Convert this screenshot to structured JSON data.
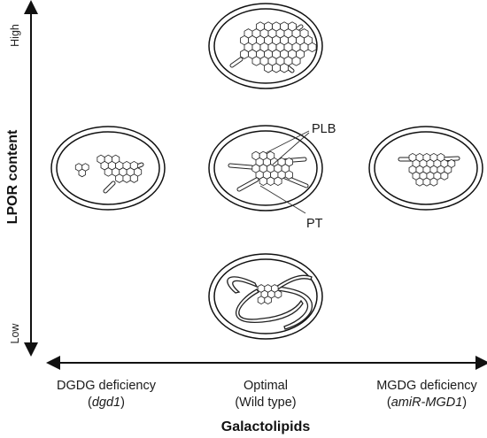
{
  "y_axis": {
    "title": "LPOR content",
    "tick_high": "High",
    "tick_low": "Low"
  },
  "x_axis": {
    "title": "Galactolipids",
    "categories": [
      {
        "line1": "DGDG deficiency",
        "line2": "(dgd1)"
      },
      {
        "line1": "Optimal",
        "line2": "(Wild type)"
      },
      {
        "line1": "MGDG deficiency",
        "line2": "(amiR-MGD1)"
      }
    ]
  },
  "callouts": {
    "plb": "PLB",
    "pt": "PT"
  },
  "plastids": [
    {
      "id": "high",
      "lpor": "High",
      "galactolipids": "Optimal",
      "structure": "large prolamellar body"
    },
    {
      "id": "dgd1",
      "lpor": "Medium",
      "galactolipids": "DGDG deficiency",
      "structure": "small fragmented prolamellar body"
    },
    {
      "id": "wt",
      "lpor": "Medium",
      "galactolipids": "Optimal",
      "structure": "prolamellar body with prothylakoids"
    },
    {
      "id": "mgd1",
      "lpor": "Medium",
      "galactolipids": "MGDG deficiency",
      "structure": "small prolamellar body"
    },
    {
      "id": "low",
      "lpor": "Low",
      "galactolipids": "Optimal",
      "structure": "reduced prolamellar body with long prothylakoids"
    }
  ],
  "colors": {
    "line": "#1a1a1a",
    "background": "#ffffff"
  }
}
